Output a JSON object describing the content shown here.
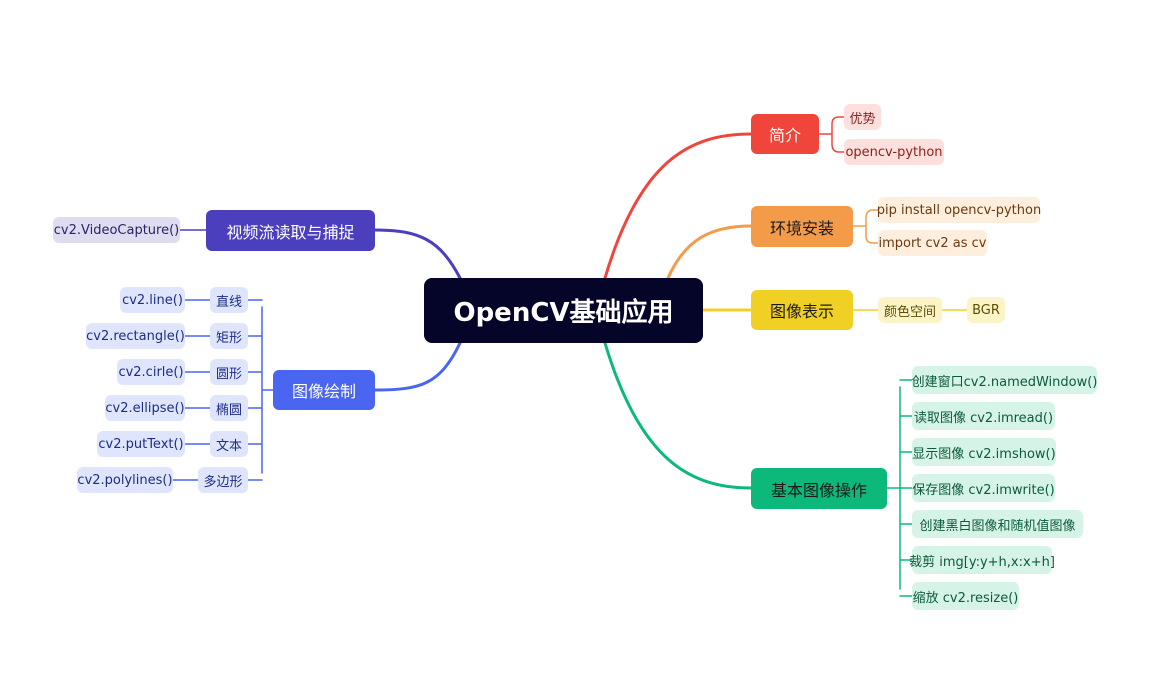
{
  "root": {
    "label": "OpenCV基础应用"
  },
  "right": {
    "intro": {
      "label": "简介",
      "children": [
        "优势",
        "opencv-python"
      ]
    },
    "install": {
      "label": "环境安装",
      "children": [
        "pip install opencv-python",
        "import cv2 as cv"
      ]
    },
    "repr": {
      "label": "图像表示",
      "child": "颜色空间",
      "grandchild": "BGR"
    },
    "basic": {
      "label": "基本图像操作",
      "children": [
        "创建窗口cv2.namedWindow()",
        "读取图像 cv2.imread()",
        "显示图像 cv2.imshow()",
        "保存图像 cv2.imwrite()",
        "创建黑白图像和随机值图像",
        "裁剪 img[y:y+h,x:x+h]",
        "缩放 cv2.resize()"
      ]
    }
  },
  "left": {
    "video": {
      "label": "视频流读取与捕捉",
      "child": "cv2.VideoCapture()"
    },
    "draw": {
      "label": "图像绘制",
      "children": [
        {
          "label": "直线",
          "func": "cv2.line()"
        },
        {
          "label": "矩形",
          "func": "cv2.rectangle()"
        },
        {
          "label": "圆形",
          "func": "cv2.cirle()"
        },
        {
          "label": "椭圆",
          "func": "cv2.ellipse()"
        },
        {
          "label": "文本",
          "func": "cv2.putText()"
        },
        {
          "label": "多边形",
          "func": "cv2.polylines()"
        }
      ]
    }
  },
  "colors": {
    "intro": "#f0453a",
    "install": "#f49b4a",
    "repr": "#f0d024",
    "basic": "#0cb97a",
    "video": "#4c3fbe",
    "draw": "#4a65f0"
  }
}
